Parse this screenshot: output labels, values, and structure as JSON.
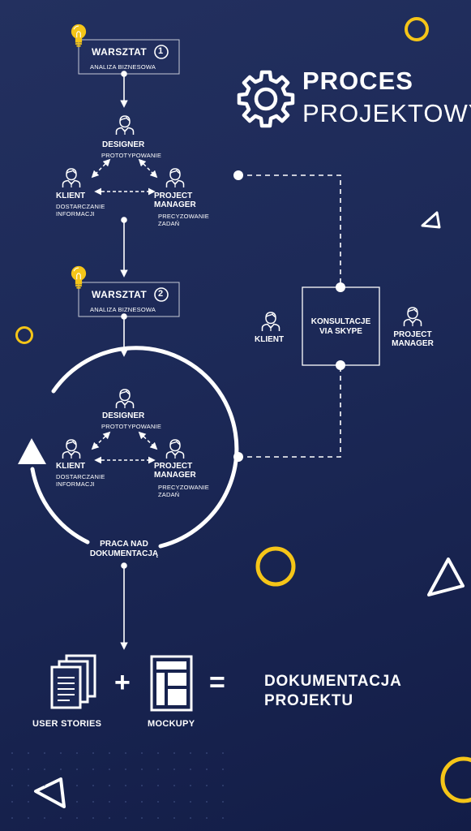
{
  "title": {
    "line1": "PROCES",
    "line2": "PROJEKTOWY"
  },
  "workshop1": {
    "title": "WARSZTAT",
    "number": "1",
    "subtitle": "ANALIZA BIZNESOWA"
  },
  "workshop2": {
    "title": "WARSZTAT",
    "number": "2",
    "subtitle": "ANALIZA BIZNESOWA"
  },
  "triangle1": {
    "designer": "DESIGNER",
    "designer_sub": "PROTOTYPOWANIE",
    "client": "KLIENT",
    "client_sub_1": "DOSTARCZANIE",
    "client_sub_2": "INFORMACJI",
    "pm_1": "PROJECT",
    "pm_2": "MANAGER",
    "pm_sub_1": "PRECYZOWANIE",
    "pm_sub_2": "ZADAŃ"
  },
  "triangle2": {
    "designer": "DESIGNER",
    "designer_sub": "PROTOTYPOWANIE",
    "client": "KLIENT",
    "client_sub_1": "DOSTARCZANIE",
    "client_sub_2": "INFORMACJI",
    "pm_1": "PROJECT",
    "pm_2": "MANAGER",
    "pm_sub_1": "PRECYZOWANIE",
    "pm_sub_2": "ZADAŃ"
  },
  "consult": {
    "box_1": "KONSULTACJE",
    "box_2": "VIA SKYPE",
    "client": "KLIENT",
    "pm_1": "PROJECT",
    "pm_2": "MANAGER"
  },
  "cycle": {
    "label_1": "PRACA NAD",
    "label_2": "DOKUMENTACJĄ"
  },
  "bottom": {
    "user_stories": "USER STORIES",
    "mockups": "MOCKUPY",
    "plus": "+",
    "equals": "=",
    "result_1": "DOKUMENTACJA",
    "result_2": "PROJEKTU"
  },
  "icons": {
    "bulb": "lightbulb-icon",
    "gear": "gear-icon",
    "person": "person-icon",
    "document": "document-stack-icon",
    "mockup": "mockup-icon"
  },
  "colors": {
    "background": "#1c2957",
    "accent": "#f5c518",
    "line": "#ffffff"
  }
}
